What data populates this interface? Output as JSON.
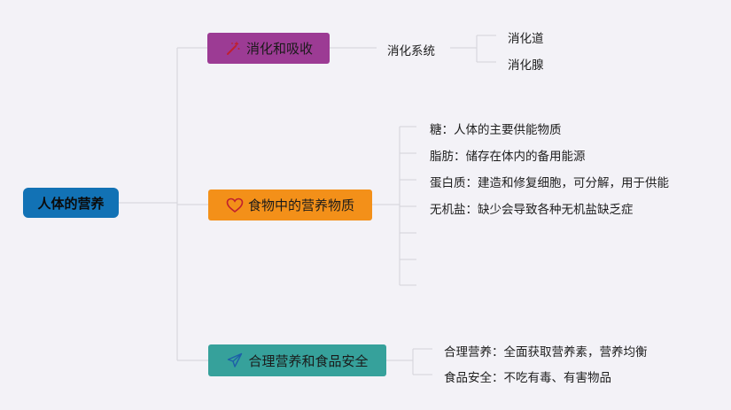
{
  "colors": {
    "canvas": "#f3f2f7",
    "root": "#1272b5",
    "branch_digestion": "#9c3b94",
    "branch_nutrients": "#f39019",
    "branch_safety": "#36a19b",
    "connector": "#d3d3da"
  },
  "root": {
    "label": "人体的营养"
  },
  "branches": [
    {
      "label": "消化和吸收",
      "icon": "magic-wand-icon",
      "sub": {
        "label": "消化系统",
        "children": [
          "消化道",
          "消化腺"
        ]
      }
    },
    {
      "label": "食物中的营养物质",
      "icon": "heart-icon",
      "children": [
        "糖：人体的主要供能物质",
        "脂肪：储存在体内的备用能源",
        "蛋白质：建造和修复细胞，可分解，用于供能",
        "无机盐：缺少会导致各种无机盐缺乏症"
      ]
    },
    {
      "label": "合理营养和食品安全",
      "icon": "paper-plane-icon",
      "children": [
        "合理营养：全面获取营养素，营养均衡",
        "食品安全：不吃有毒、有害物品"
      ]
    }
  ]
}
